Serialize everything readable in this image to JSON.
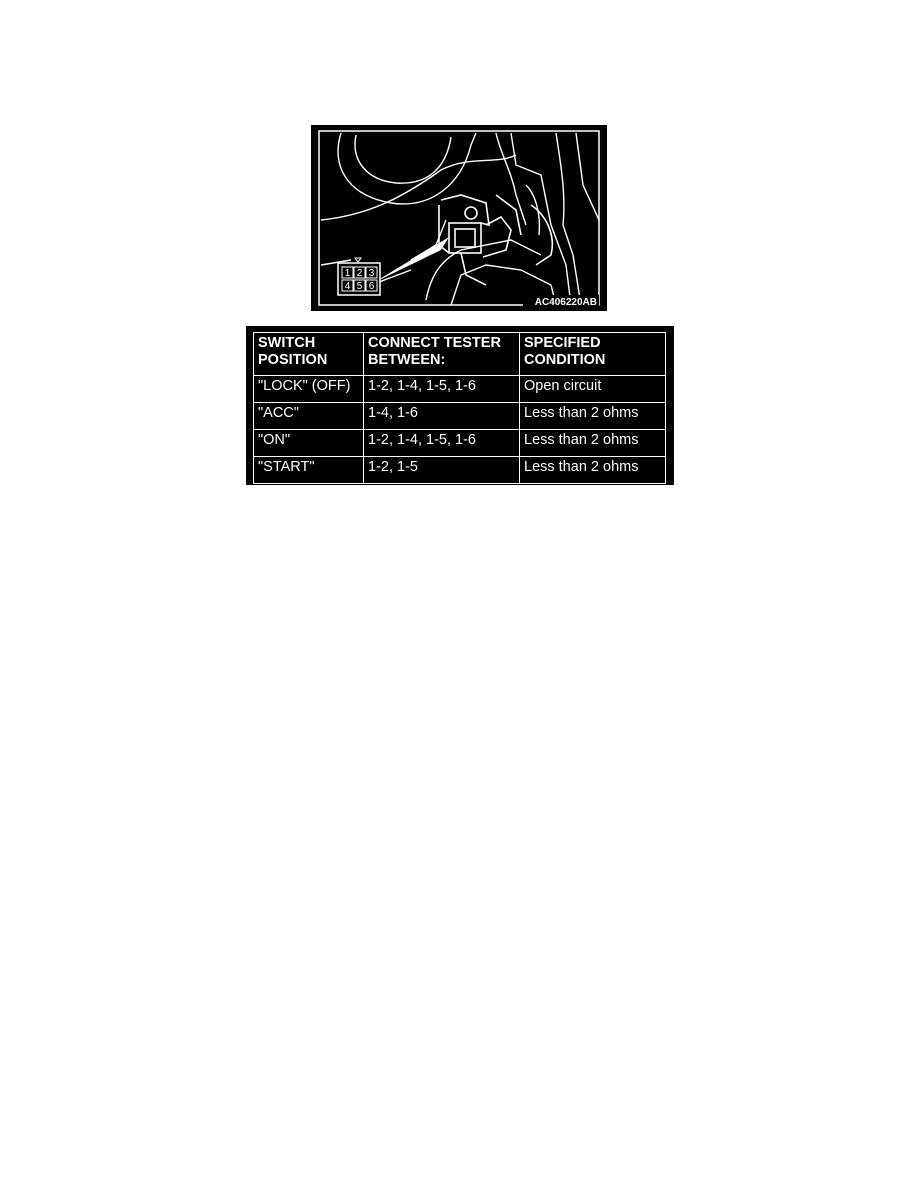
{
  "figure": {
    "connector_pins": [
      "1",
      "2",
      "3",
      "4",
      "5",
      "6"
    ],
    "code": "AC406220AB",
    "colors": {
      "background": "#000000",
      "lines": "#ffffff"
    }
  },
  "table": {
    "headers": [
      [
        "SWITCH",
        "POSITION"
      ],
      [
        "CONNECT TESTER",
        "BETWEEN:"
      ],
      [
        "SPECIFIED",
        "CONDITION"
      ]
    ],
    "rows": [
      [
        "\"LOCK\" (OFF)",
        "1-2, 1-4, 1-5, 1-6",
        "Open circuit"
      ],
      [
        "\"ACC\"",
        "1-4, 1-6",
        "Less than 2 ohms"
      ],
      [
        "\"ON\"",
        "1-2, 1-4, 1-5, 1-6",
        "Less than 2 ohms"
      ],
      [
        "\"START\"",
        "1-2, 1-5",
        "Less than 2 ohms"
      ]
    ]
  }
}
